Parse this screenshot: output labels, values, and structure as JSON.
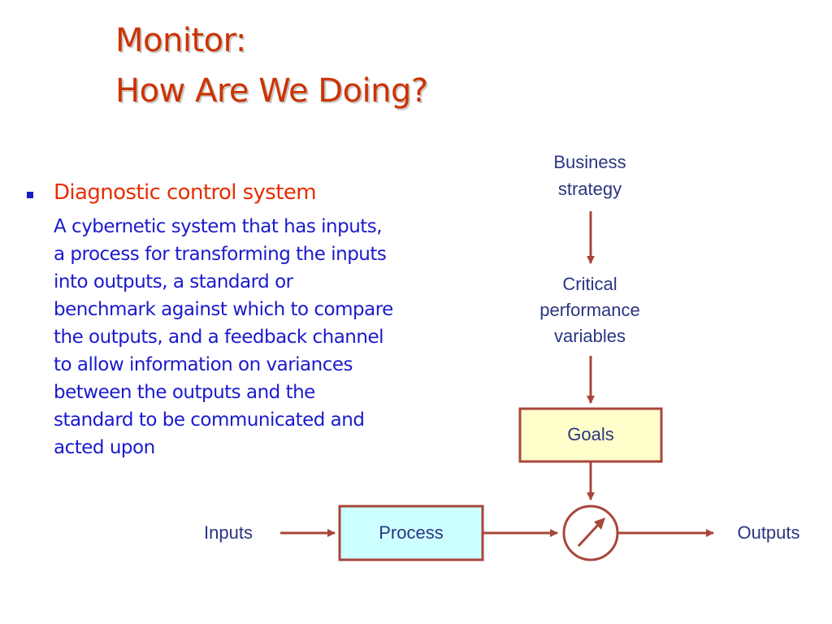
{
  "title": {
    "line1": "Monitor:",
    "line2": "How Are We Doing?"
  },
  "bullet": {
    "heading": "Diagnostic control system",
    "body_lines": [
      "A cybernetic system that has inputs,",
      "a process for transforming the inputs",
      "into outputs, a standard or",
      "benchmark against which to compare",
      "the outputs, and a feedback channel",
      "to allow information on variances",
      "between the outputs and the",
      "standard to be communicated and",
      "acted upon"
    ]
  },
  "diagram": {
    "business_strategy": [
      "Business",
      "strategy"
    ],
    "critical_performance_variables": [
      "Critical",
      "performance",
      "variables"
    ],
    "goals": "Goals",
    "inputs": "Inputs",
    "process": "Process",
    "outputs": "Outputs",
    "comparator_icon": "gauge-needle-icon"
  },
  "colors": {
    "title": "#cc3300",
    "bullet_heading": "#e62e00",
    "body_text": "#1a1acc",
    "diagram_text": "#2b3580",
    "arrow": "#a8463b",
    "goals_fill": "#ffffcc",
    "process_fill": "#ccffff",
    "box_border": "#a8463b"
  }
}
